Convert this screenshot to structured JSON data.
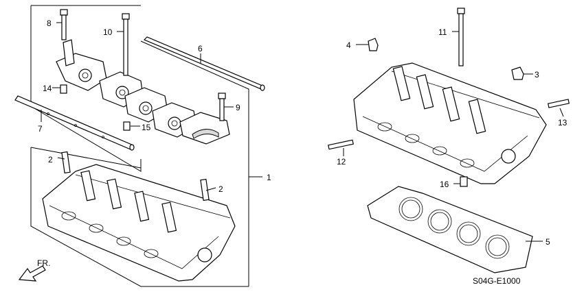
{
  "callouts": [
    {
      "id": "c1",
      "label": "1"
    },
    {
      "id": "c2a",
      "label": "2"
    },
    {
      "id": "c2b",
      "label": "2"
    },
    {
      "id": "c3",
      "label": "3"
    },
    {
      "id": "c4",
      "label": "4"
    },
    {
      "id": "c5",
      "label": "5"
    },
    {
      "id": "c6",
      "label": "6"
    },
    {
      "id": "c7",
      "label": "7"
    },
    {
      "id": "c8",
      "label": "8"
    },
    {
      "id": "c9",
      "label": "9"
    },
    {
      "id": "c10",
      "label": "10"
    },
    {
      "id": "c11",
      "label": "11"
    },
    {
      "id": "c12",
      "label": "12"
    },
    {
      "id": "c13",
      "label": "13"
    },
    {
      "id": "c14",
      "label": "14"
    },
    {
      "id": "c15",
      "label": "15"
    },
    {
      "id": "c16",
      "label": "16"
    }
  ],
  "front_indicator": "FR.",
  "diagram_code": "S04G-E1000"
}
